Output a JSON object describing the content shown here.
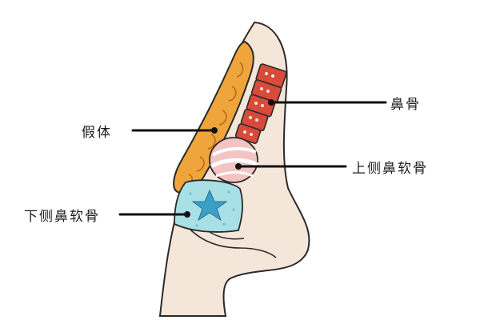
{
  "labels": {
    "nasal_bone": "鼻骨",
    "implant": "假体",
    "upper_lateral_cartilage": "上侧鼻软骨",
    "lower_lateral_cartilage": "下侧鼻软骨"
  },
  "colors": {
    "skin": "#f5e6da",
    "outline": "#2a2a2a",
    "implant": "#f0a43c",
    "implant_swirl": "#b86a1a",
    "nasal_bone": "#d84a3a",
    "upper_cartilage": "#f4c3c3",
    "lower_cartilage": "#a8e0e6",
    "star": "#3aa0c8",
    "leader": "#111111"
  }
}
